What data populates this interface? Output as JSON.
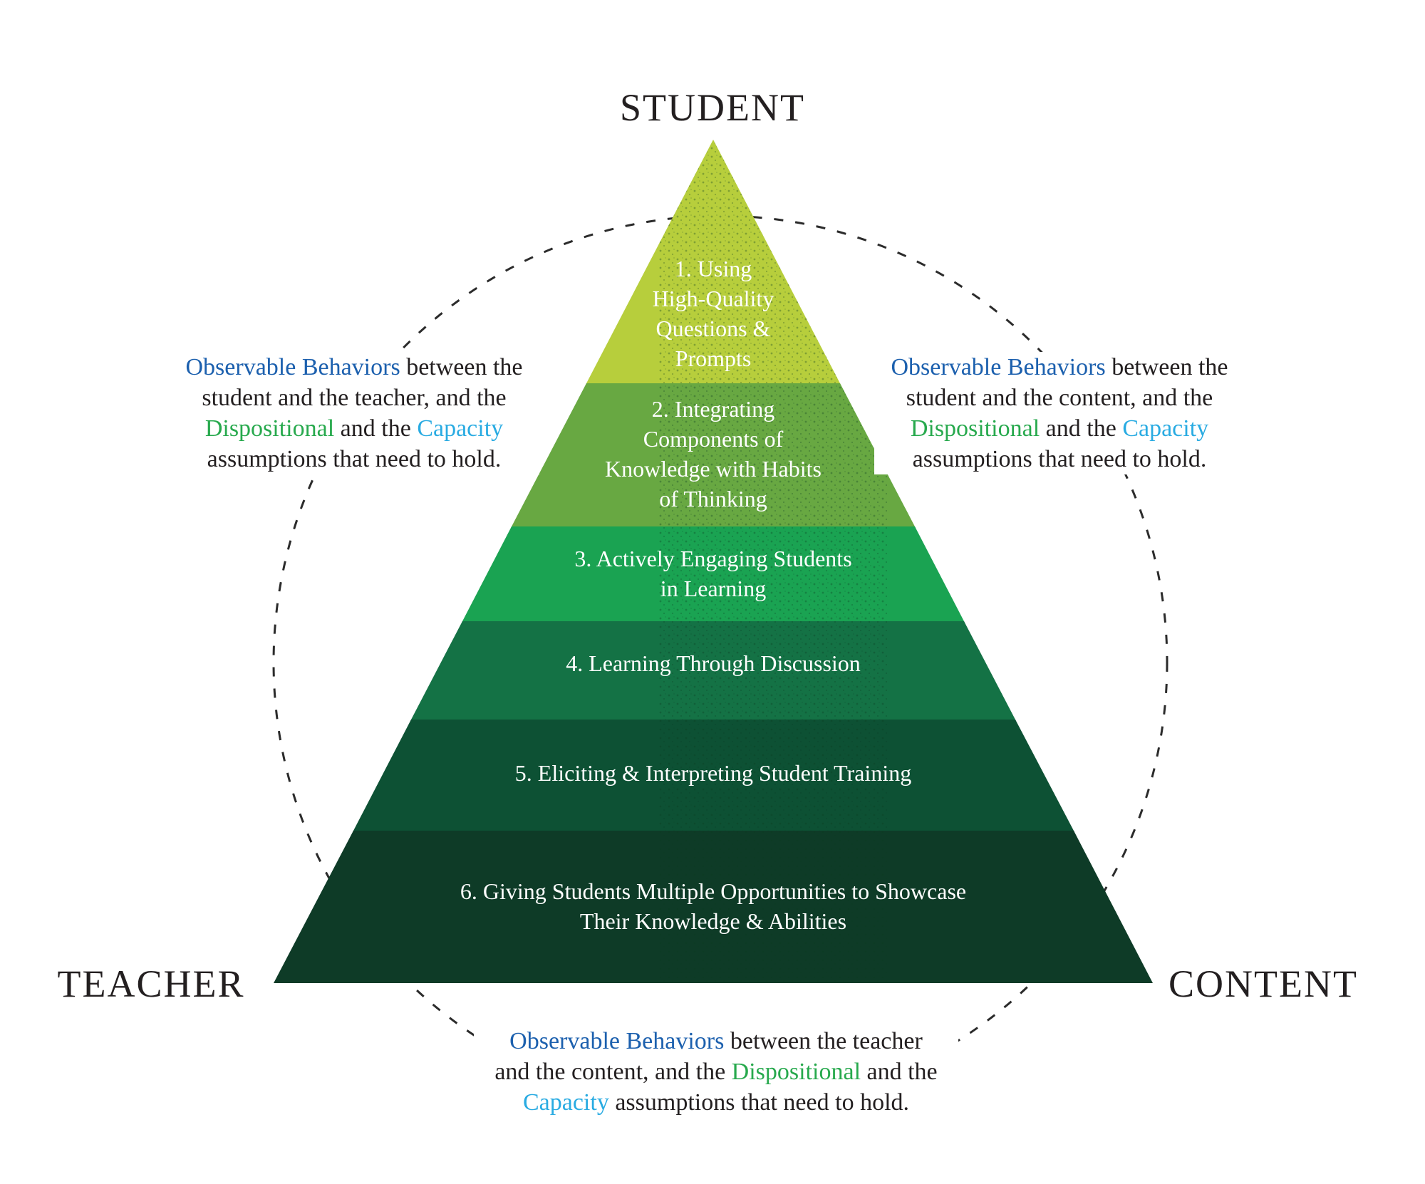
{
  "palette": {
    "level_colors": [
      "#b7ce3c",
      "#68a842",
      "#1aa352",
      "#147245",
      "#0d5134",
      "#0e3b27"
    ],
    "term_blue": "#1c60ae",
    "term_green": "#27a94d",
    "term_cyan": "#29abe2",
    "body_text": "#231f20",
    "band_text": "#ffffff",
    "dashed_circle": "#2b2b2b"
  },
  "corners": {
    "top": "STUDENT",
    "bottom_left": "TEACHER",
    "bottom_right": "CONTENT"
  },
  "pyramid": {
    "levels": [
      {
        "label": "1. Using\nHigh-Quality\nQuestions &\nPrompts",
        "color": "#b7ce3c"
      },
      {
        "label": "2. Integrating\nComponents of\nKnowledge with Habits\nof Thinking",
        "color": "#68a842"
      },
      {
        "label": "3. Actively Engaging Students\nin Learning",
        "color": "#1aa352"
      },
      {
        "label": "4. Learning Through Discussion",
        "color": "#147245"
      },
      {
        "label": "5. Eliciting & Interpreting Student Training",
        "color": "#0d5134"
      },
      {
        "label": "6. Giving Students Multiple Opportunities to Showcase\nTheir Knowledge & Abilities",
        "color": "#0e3b27"
      }
    ]
  },
  "annotations": {
    "left": {
      "lines": [
        {
          "segments": [
            {
              "text": "Observable Behaviors",
              "color": "blue"
            },
            {
              "text": " between the"
            }
          ]
        },
        {
          "segments": [
            {
              "text": "student and the teacher, and the"
            }
          ]
        },
        {
          "segments": [
            {
              "text": "Dispositional",
              "color": "green"
            },
            {
              "text": " and the "
            },
            {
              "text": "Capacity",
              "color": "cyan"
            }
          ]
        },
        {
          "segments": [
            {
              "text": "assumptions that need to hold."
            }
          ]
        }
      ]
    },
    "right": {
      "lines": [
        {
          "segments": [
            {
              "text": "Observable Behaviors",
              "color": "blue"
            },
            {
              "text": " between the"
            }
          ]
        },
        {
          "segments": [
            {
              "text": "student and the content, and the"
            }
          ]
        },
        {
          "segments": [
            {
              "text": "Dispositional",
              "color": "green"
            },
            {
              "text": " and the "
            },
            {
              "text": "Capacity",
              "color": "cyan"
            }
          ]
        },
        {
          "segments": [
            {
              "text": "assumptions that need to hold."
            }
          ]
        }
      ]
    },
    "bottom": {
      "lines": [
        {
          "segments": [
            {
              "text": "Observable Behaviors",
              "color": "blue"
            },
            {
              "text": " between the teacher"
            }
          ]
        },
        {
          "segments": [
            {
              "text": "and the content, and the "
            },
            {
              "text": "Dispositional",
              "color": "green"
            },
            {
              "text": " and the"
            }
          ]
        },
        {
          "segments": [
            {
              "text": "Capacity",
              "color": "cyan"
            },
            {
              "text": " assumptions that need to hold."
            }
          ]
        }
      ]
    }
  }
}
